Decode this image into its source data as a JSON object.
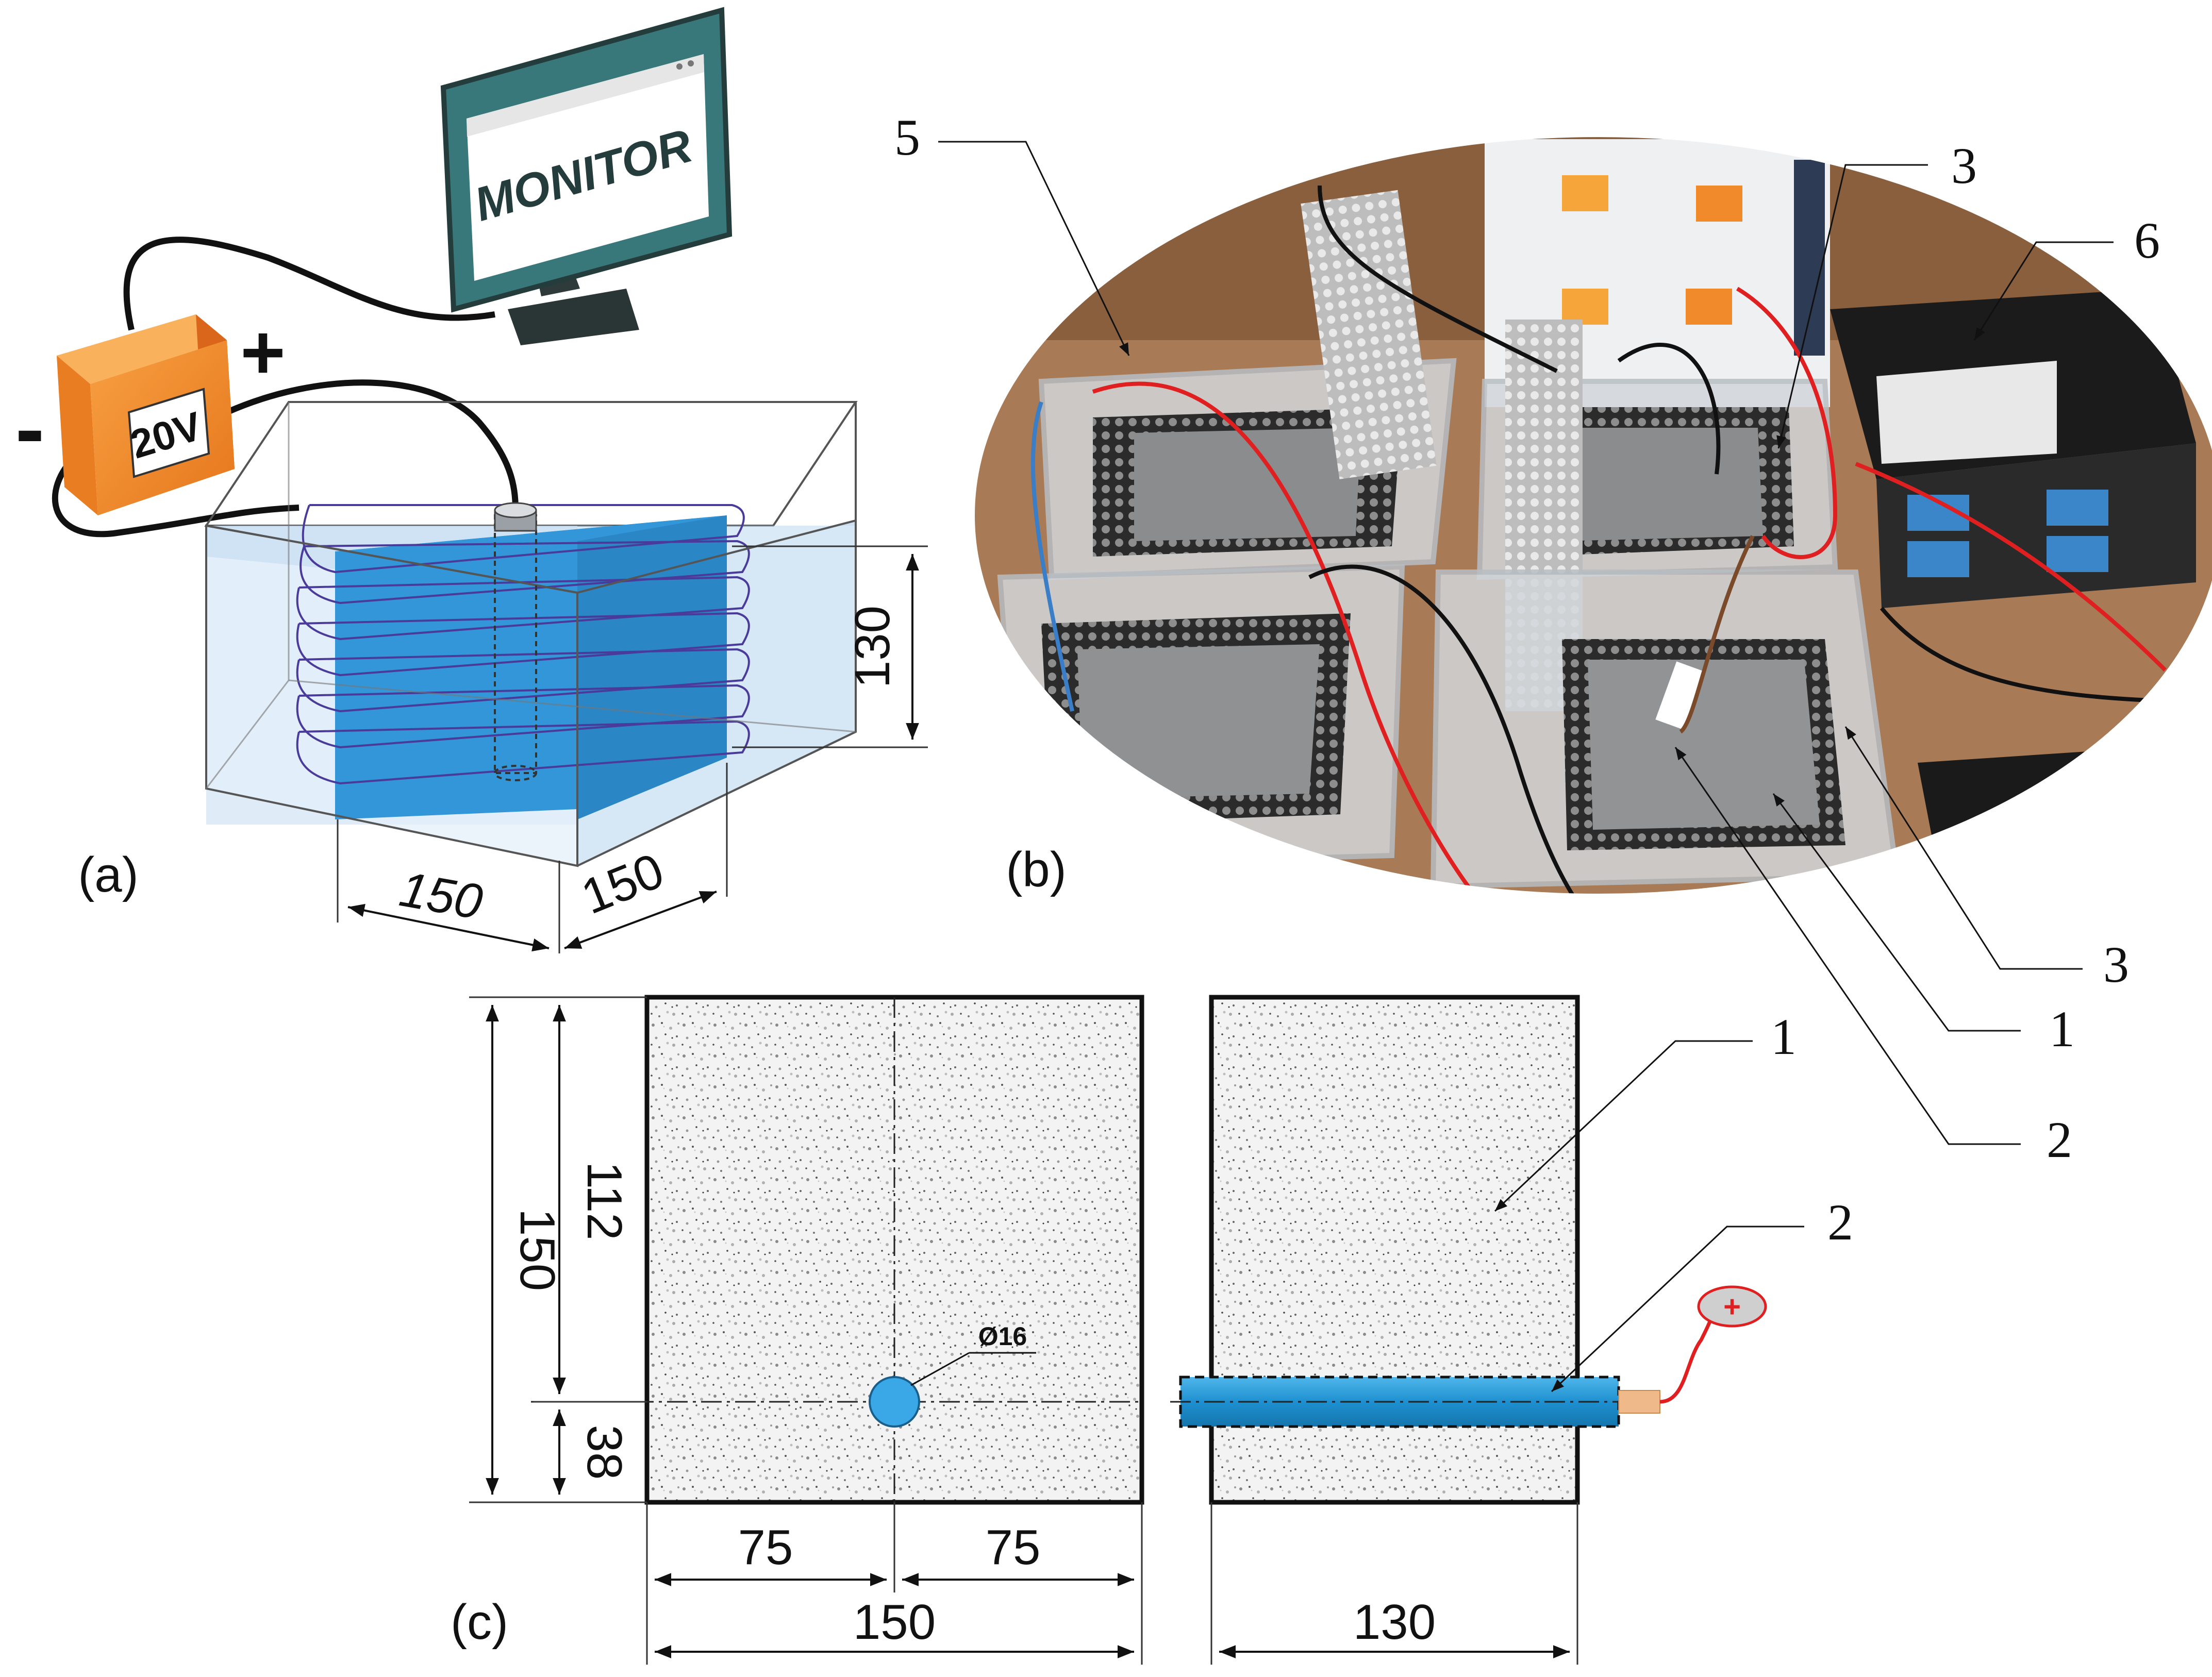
{
  "panels": {
    "a": {
      "panel_label": "(a)",
      "monitor_label": "MONITOR",
      "power_label": "20V",
      "minus_sign": "-",
      "plus_sign": "+",
      "dim_height": "130",
      "dim_width": "150",
      "dim_depth": "150"
    },
    "b": {
      "panel_label": "(b)",
      "callouts": [
        "5",
        "3",
        "6",
        "3",
        "1",
        "2"
      ]
    },
    "c": {
      "panel_label": "(c)",
      "diameter_label": "Ø16",
      "dim_overall_height": "150",
      "dim_upper": "112",
      "dim_lower": "38",
      "dim_half_left": "75",
      "dim_half_right": "75",
      "dim_width_front": "150",
      "dim_width_side": "130",
      "callout_concrete": "1",
      "callout_rebar": "2",
      "polarity": "+"
    }
  },
  "colors": {
    "water_blue": "#3aa0e0",
    "light_blue": "#cfe6f7",
    "rebar_blue": "#1e9ad6",
    "power_orange": "#f08a2a",
    "monitor_teal": "#2f6d6d",
    "wire_red": "#e02020"
  }
}
